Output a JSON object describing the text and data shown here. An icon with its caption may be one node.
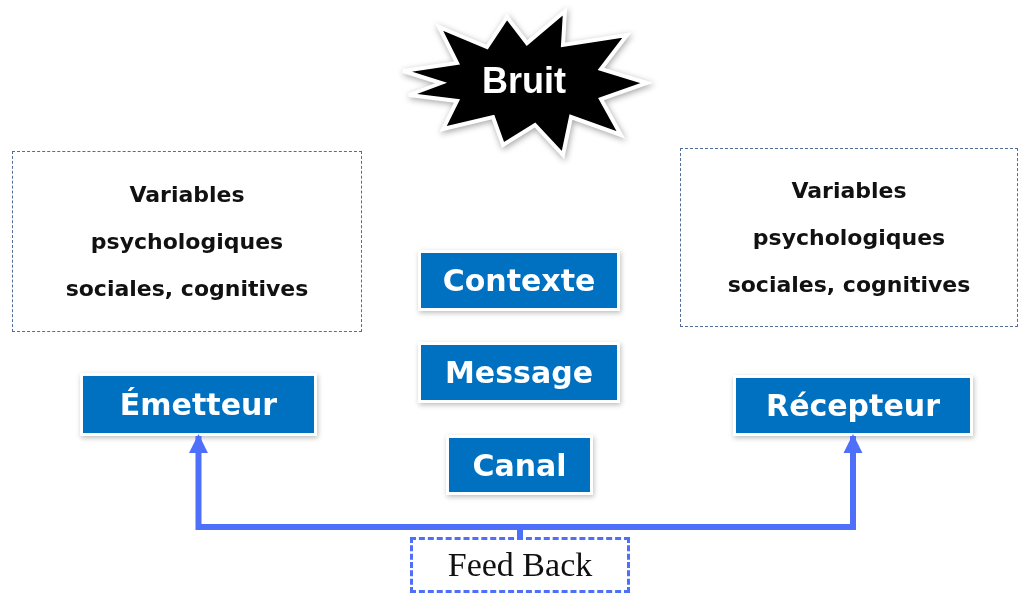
{
  "diagram": {
    "nodes": [
      {
        "text": [
          "Bruit"
        ]
      },
      {
        "text": [
          "Variables psychologiques sociales, cognitives"
        ]
      },
      {
        "text": [
          "Variables psychologiques sociales, cognitives"
        ]
      },
      {
        "text": [
          "Contexte"
        ]
      },
      {
        "text": [
          "Message"
        ]
      },
      {
        "text": [
          "Émetteur"
        ]
      },
      {
        "text": [
          "Récepteur"
        ]
      },
      {
        "text": [
          "Canal"
        ]
      },
      {
        "text": [
          "Feed Back"
        ]
      }
    ],
    "edges": [
      {
        "from": 8,
        "to": 5,
        "arrow": "to"
      },
      {
        "from": 8,
        "to": 6,
        "arrow": "to"
      }
    ]
  }
}
